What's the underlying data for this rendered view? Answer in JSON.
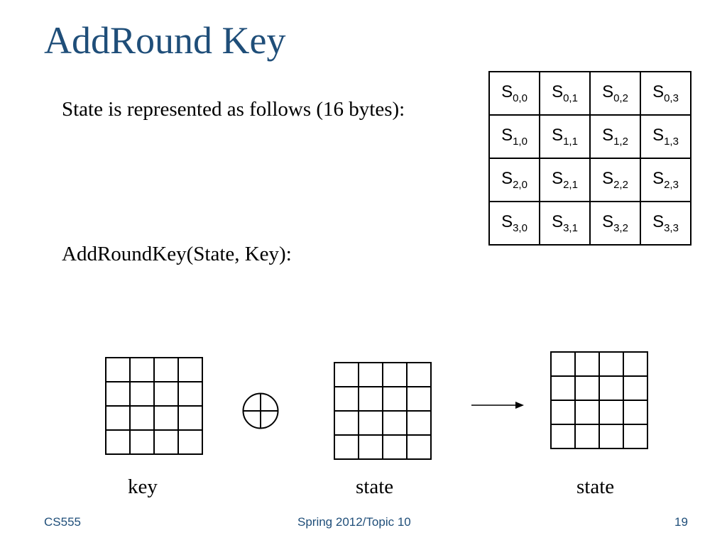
{
  "slide": {
    "title": "AddRound Key",
    "line1": "State is represented as follows (16 bytes):",
    "line2": "AddRoundKey(State, Key):"
  },
  "state_table": {
    "letter": "S",
    "rows": [
      [
        "0,0",
        "0,1",
        "0,2",
        "0,3"
      ],
      [
        "1,0",
        "1,1",
        "1,2",
        "1,3"
      ],
      [
        "2,0",
        "2,1",
        "2,2",
        "2,3"
      ],
      [
        "3,0",
        "3,1",
        "3,2",
        "3,3"
      ]
    ]
  },
  "diagram": {
    "key_label": "key",
    "state_label": "state",
    "result_label": "state",
    "operator_icon": "xor-circle-plus-icon",
    "arrow_icon": "right-arrow-icon"
  },
  "footer": {
    "course": "CS555",
    "term": "Spring 2012/Topic 10",
    "page": "19"
  },
  "colors": {
    "title": "#1f4e79",
    "footer": "#1f4e79"
  }
}
